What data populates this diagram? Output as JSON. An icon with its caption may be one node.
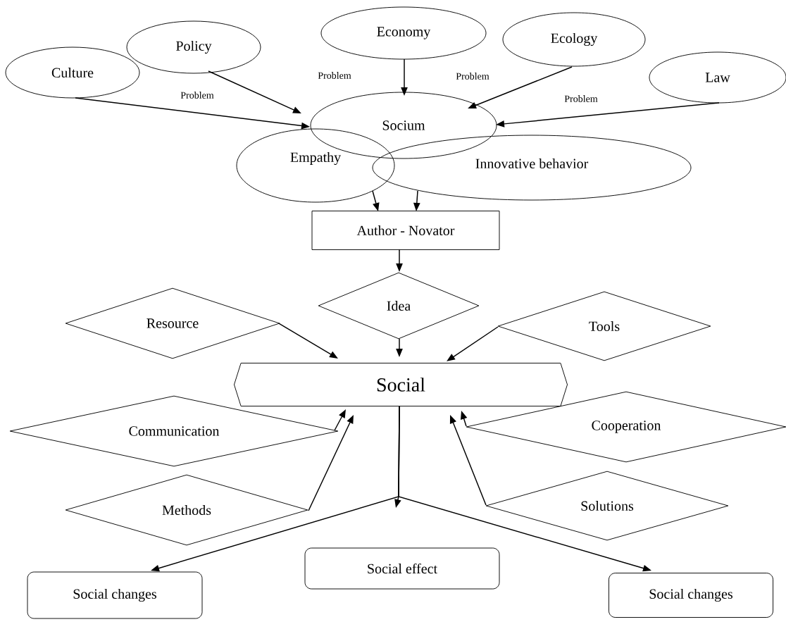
{
  "diagram": {
    "nodes": [
      {
        "text": [
          "Culture"
        ]
      },
      {
        "text": [
          "Policy"
        ]
      },
      {
        "text": [
          "Economy"
        ]
      },
      {
        "text": [
          "Ecology"
        ]
      },
      {
        "text": [
          "Law"
        ]
      },
      {
        "text": [
          "Socium"
        ]
      },
      {
        "text": [
          "Empathy"
        ]
      },
      {
        "text": [
          "Innovative behavior"
        ]
      },
      {
        "text": [
          "Author - Novator"
        ]
      },
      {
        "text": [
          "Idea"
        ]
      },
      {
        "text": [
          "Resource"
        ]
      },
      {
        "text": [
          "Tools"
        ]
      },
      {
        "text": [
          "Social"
        ]
      },
      {
        "text": [
          "Communication"
        ]
      },
      {
        "text": [
          "Cooperation"
        ]
      },
      {
        "text": [
          "Methods"
        ]
      },
      {
        "text": [
          "Solutions"
        ]
      },
      {
        "text": [
          "Social effect"
        ]
      },
      {
        "text": [
          "Social changes"
        ]
      },
      {
        "text": [
          "Social changes"
        ]
      }
    ],
    "edges": [
      {
        "from": 0,
        "to": 5,
        "arrow": "to",
        "label": "Problem"
      },
      {
        "from": 1,
        "to": 5,
        "arrow": "to",
        "label": "Problem"
      },
      {
        "from": 2,
        "to": 5,
        "arrow": "to"
      },
      {
        "from": 3,
        "to": 5,
        "arrow": "to",
        "label": "Problem"
      },
      {
        "from": 4,
        "to": 5,
        "arrow": "to",
        "label": "Problem"
      },
      {
        "from": 6,
        "to": 8,
        "arrow": "to"
      },
      {
        "from": 7,
        "to": 8,
        "arrow": "to"
      },
      {
        "from": 8,
        "to": 9,
        "arrow": "to"
      },
      {
        "from": 9,
        "to": 12,
        "arrow": "to"
      },
      {
        "from": 10,
        "to": 12,
        "arrow": "to"
      },
      {
        "from": 11,
        "to": 12,
        "arrow": "to"
      },
      {
        "from": 13,
        "to": 12,
        "arrow": "to"
      },
      {
        "from": 15,
        "to": 12,
        "arrow": "to"
      },
      {
        "from": 14,
        "to": 12,
        "arrow": "to"
      },
      {
        "from": 16,
        "to": 12,
        "arrow": "to"
      },
      {
        "from": 12,
        "to": 17,
        "arrow": "to"
      },
      {
        "from": 12,
        "to": 18,
        "arrow": "to"
      },
      {
        "from": 12,
        "to": 19,
        "arrow": "to"
      }
    ]
  }
}
